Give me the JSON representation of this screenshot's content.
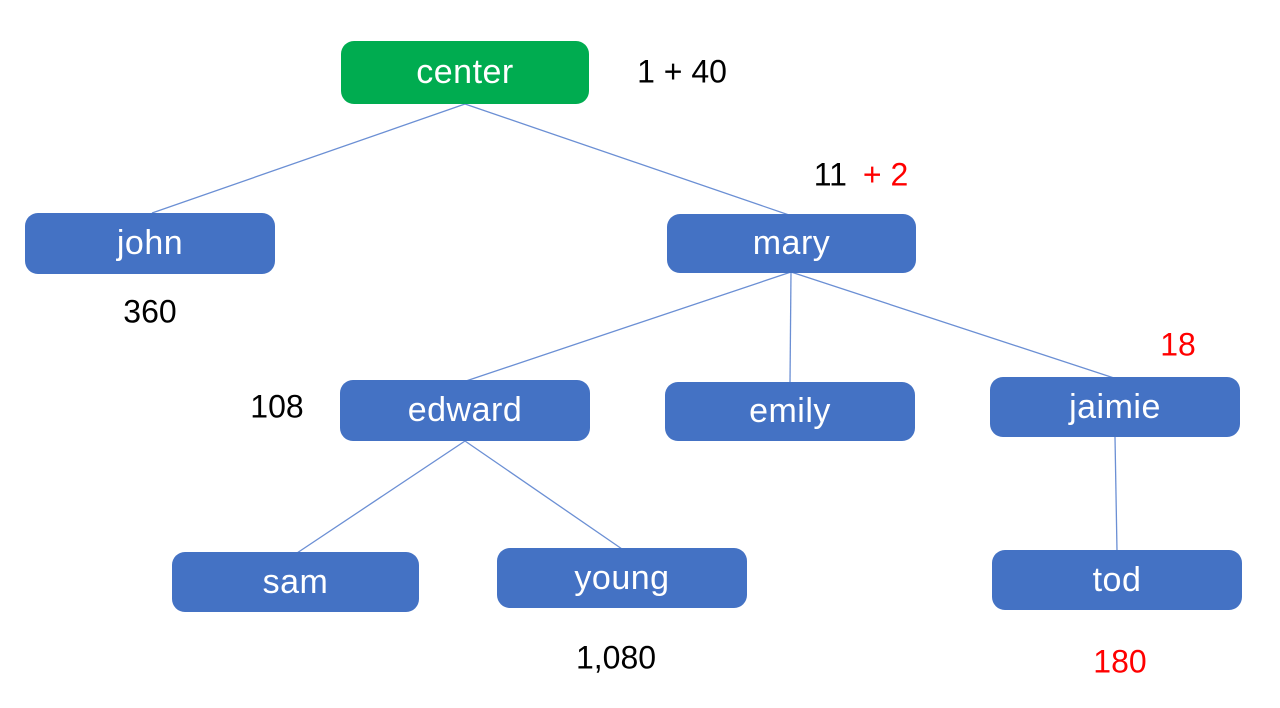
{
  "diagram": {
    "nodes": {
      "center": {
        "label": "center",
        "type": "root"
      },
      "john": {
        "label": "john"
      },
      "mary": {
        "label": "mary"
      },
      "edward": {
        "label": "edward"
      },
      "emily": {
        "label": "emily"
      },
      "jaimie": {
        "label": "jaimie"
      },
      "sam": {
        "label": "sam"
      },
      "young": {
        "label": "young"
      },
      "tod": {
        "label": "tod"
      }
    },
    "edges": [
      {
        "from": "center",
        "to": "john"
      },
      {
        "from": "center",
        "to": "mary"
      },
      {
        "from": "mary",
        "to": "edward"
      },
      {
        "from": "mary",
        "to": "emily"
      },
      {
        "from": "mary",
        "to": "jaimie"
      },
      {
        "from": "edward",
        "to": "sam"
      },
      {
        "from": "edward",
        "to": "young"
      },
      {
        "from": "jaimie",
        "to": "tod"
      }
    ],
    "annotations": {
      "center_value": "1 + 40",
      "mary_value": "11",
      "mary_value_added": "+ 2",
      "john_value": "360",
      "edward_value": "108",
      "jaimie_value": "18",
      "young_value": "1,080",
      "tod_value": "180"
    },
    "colors": {
      "root_fill": "#00AC50",
      "node_fill": "#4472C4",
      "node_text": "#FFFFFF",
      "connector": "#6B8FD4",
      "annotation_black": "#000000",
      "annotation_red": "#FF0000",
      "background": "#FFFFFF"
    }
  }
}
